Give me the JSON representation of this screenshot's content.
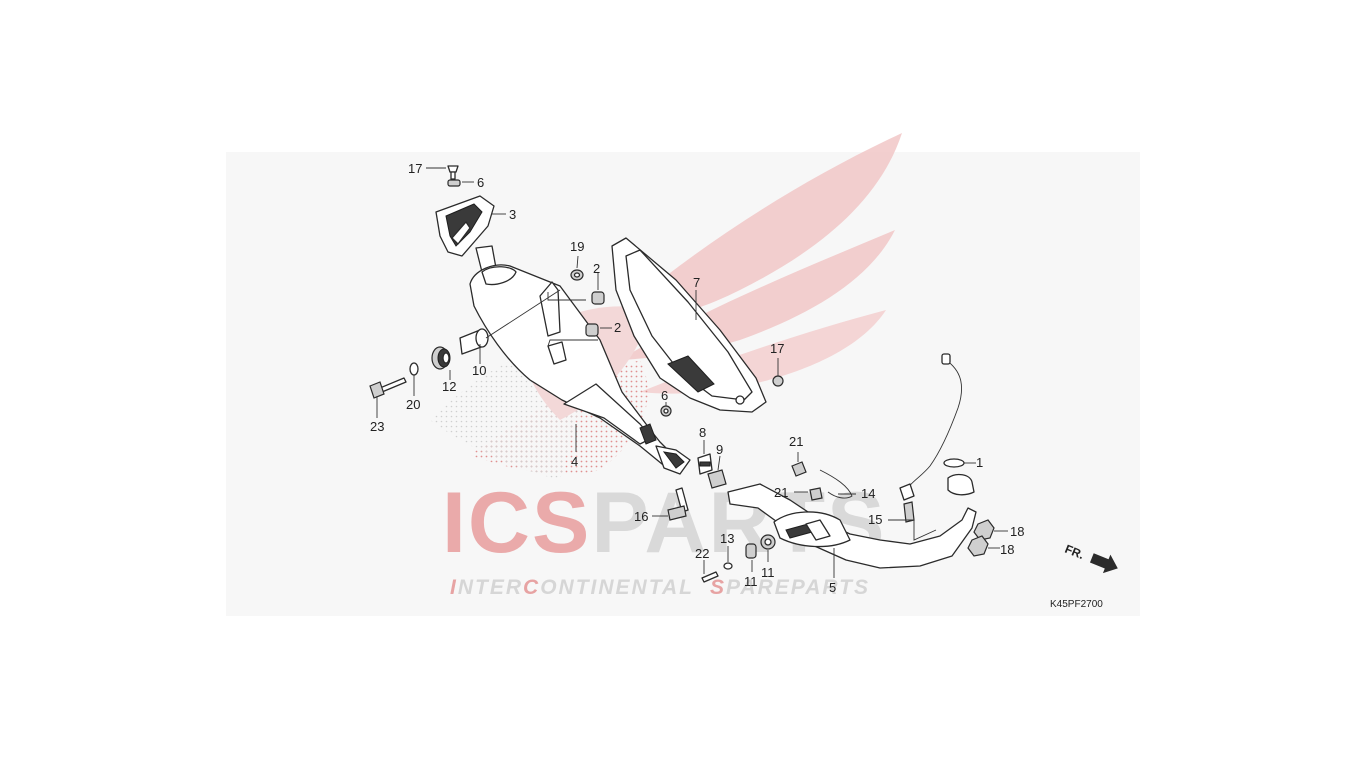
{
  "watermark": {
    "brand_red": "ICS",
    "brand_grey": "PARTS",
    "tagline": {
      "w1_red": "I",
      "w1_rest": "NTER",
      "w2_red": "C",
      "w2_rest": "ONTINENTAL",
      "w3_red": "S",
      "w3_rest": "PARE",
      "w4": "PARTS"
    },
    "colors": {
      "red": "#e8a0a0",
      "grey": "#d6d6d6"
    }
  },
  "diagram": {
    "code": "K45PF2700",
    "direction_label": "FR.",
    "callouts": [
      {
        "id": "c17a",
        "label": "17"
      },
      {
        "id": "c6a",
        "label": "6"
      },
      {
        "id": "c3",
        "label": "3"
      },
      {
        "id": "c19",
        "label": "19"
      },
      {
        "id": "c2a",
        "label": "2"
      },
      {
        "id": "c2b",
        "label": "2"
      },
      {
        "id": "c7",
        "label": "7"
      },
      {
        "id": "c17b",
        "label": "17"
      },
      {
        "id": "c6b",
        "label": "6"
      },
      {
        "id": "c10",
        "label": "10"
      },
      {
        "id": "c12",
        "label": "12"
      },
      {
        "id": "c20",
        "label": "20"
      },
      {
        "id": "c23",
        "label": "23"
      },
      {
        "id": "c4",
        "label": "4"
      },
      {
        "id": "c8",
        "label": "8"
      },
      {
        "id": "c9",
        "label": "9"
      },
      {
        "id": "c16",
        "label": "16"
      },
      {
        "id": "c21a",
        "label": "21"
      },
      {
        "id": "c21b",
        "label": "21"
      },
      {
        "id": "c14",
        "label": "14"
      },
      {
        "id": "c1",
        "label": "1"
      },
      {
        "id": "c15",
        "label": "15"
      },
      {
        "id": "c18a",
        "label": "18"
      },
      {
        "id": "c18b",
        "label": "18"
      },
      {
        "id": "c13",
        "label": "13"
      },
      {
        "id": "c22",
        "label": "22"
      },
      {
        "id": "c11a",
        "label": "11"
      },
      {
        "id": "c11b",
        "label": "11"
      },
      {
        "id": "c5",
        "label": "5"
      }
    ]
  }
}
